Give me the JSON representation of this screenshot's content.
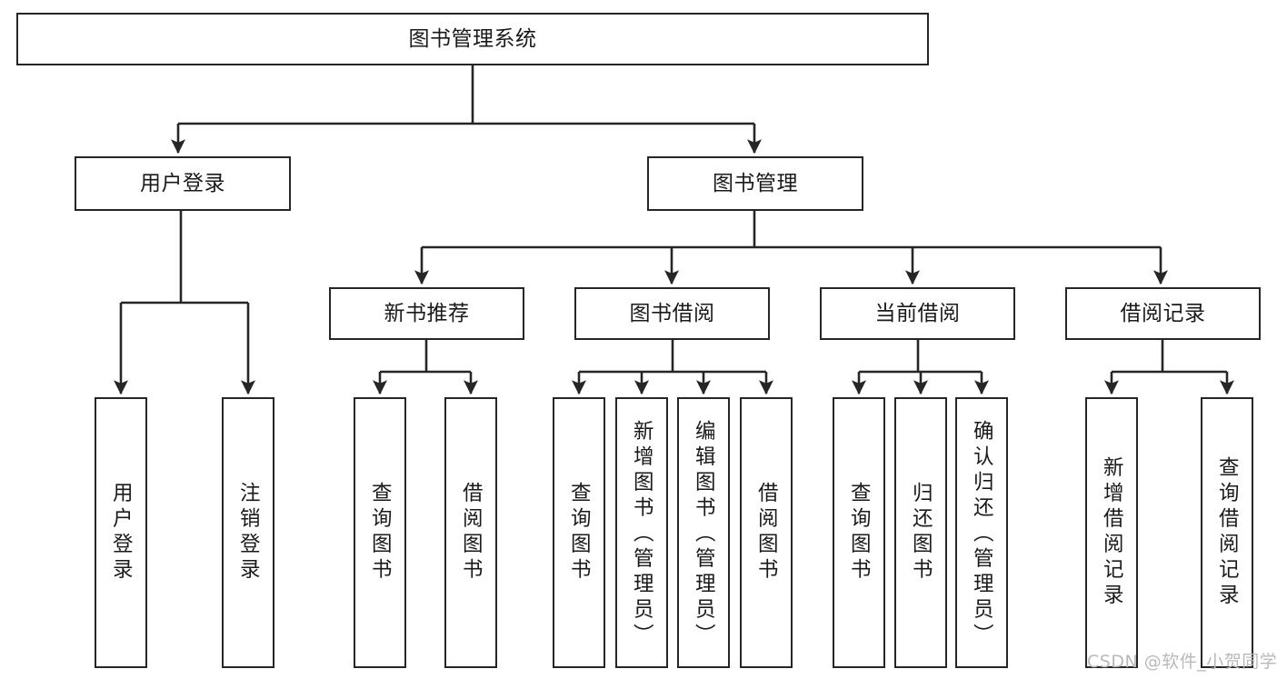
{
  "diagram": {
    "title": "图书管理系统",
    "type": "tree",
    "watermark": "CSDN @软件_小贺同学",
    "colors": {
      "stroke": "#262626",
      "fill": "#ffffff",
      "text": "#1a1a1a",
      "watermark": "#b9b9b9"
    },
    "nodes": {
      "root": {
        "label": "图书管理系统"
      },
      "level2": [
        {
          "id": "user-login",
          "label": "用户登录"
        },
        {
          "id": "book-manage",
          "label": "图书管理"
        }
      ],
      "level3": [
        {
          "id": "new-book-recommend",
          "label": "新书推荐"
        },
        {
          "id": "book-borrow",
          "label": "图书借阅"
        },
        {
          "id": "current-borrow",
          "label": "当前借阅"
        },
        {
          "id": "borrow-record",
          "label": "借阅记录"
        }
      ],
      "leaves": [
        {
          "id": "leaf-user-login",
          "label": "用户登录",
          "parent": "user-login"
        },
        {
          "id": "leaf-user-logout",
          "label": "注销登录",
          "parent": "user-login"
        },
        {
          "id": "leaf-query-book-1",
          "label": "查询图书",
          "parent": "new-book-recommend"
        },
        {
          "id": "leaf-borrow-book-1",
          "label": "借阅图书",
          "parent": "new-book-recommend"
        },
        {
          "id": "leaf-query-book-2",
          "label": "查询图书",
          "parent": "book-borrow"
        },
        {
          "id": "leaf-add-book",
          "label": "新增图书（管理员）",
          "parent": "book-borrow"
        },
        {
          "id": "leaf-edit-book",
          "label": "编辑图书（管理员）",
          "parent": "book-borrow"
        },
        {
          "id": "leaf-borrow-book-2",
          "label": "借阅图书",
          "parent": "book-borrow"
        },
        {
          "id": "leaf-query-book-3",
          "label": "查询图书",
          "parent": "current-borrow"
        },
        {
          "id": "leaf-return-book",
          "label": "归还图书",
          "parent": "current-borrow"
        },
        {
          "id": "leaf-confirm-return",
          "label": "确认归还（管理员）",
          "parent": "current-borrow"
        },
        {
          "id": "leaf-add-record",
          "label": "新增借阅记录",
          "parent": "borrow-record"
        },
        {
          "id": "leaf-query-record",
          "label": "查询借阅记录",
          "parent": "borrow-record"
        }
      ]
    }
  }
}
